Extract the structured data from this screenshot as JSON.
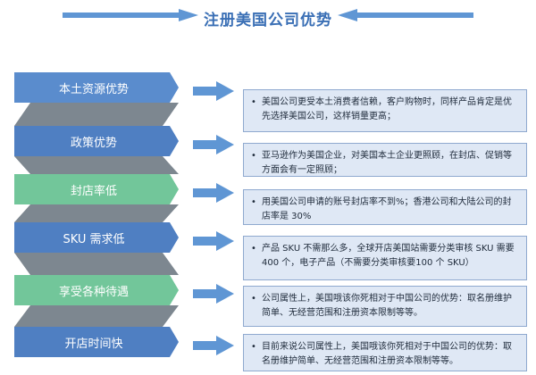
{
  "title": "注册美国公司优势",
  "colors": {
    "band_dark": "#4f7fc2",
    "band_green": "#72c69a",
    "band_shadow": "#7d8790",
    "arrow": "#5f96d4",
    "desc_bg": "#dfe8f5",
    "title_color": "#3a6fb5"
  },
  "items": [
    {
      "label": "本土资源优势",
      "desc": "美国公司更受本土消费者信赖，客户购物时，同样产品肯定是优先选择美国公司，这样销量更高；"
    },
    {
      "label": "政策优势",
      "desc": "亚马逊作为美国企业，对美国本土企业更照顾，在封店、促销等方面会有一定照顾；"
    },
    {
      "label": "封店率低",
      "desc": "用美国公司申请的账号封店率不到%；香港公司和大陆公司的封店率是 30%"
    },
    {
      "label": "SKU 需求低",
      "desc": "产品 SKU 不需那么多，全球开店美国站需要分类审核 SKU 需要 400 个，电子产品（不需要分类审核要100 个 SKU）"
    },
    {
      "label": "享受各种待遇",
      "desc": "公司属性上，美国哦该你死相对于中国公司的优势：取名册维护简单、无经营范围和注册资本限制等等。"
    },
    {
      "label": "开店时间快",
      "desc": "目前来说公司属性上，美国哦该你死相对于中国公司的优势：取名册维护简单、无经营范围和注册资本限制等等。"
    }
  ]
}
